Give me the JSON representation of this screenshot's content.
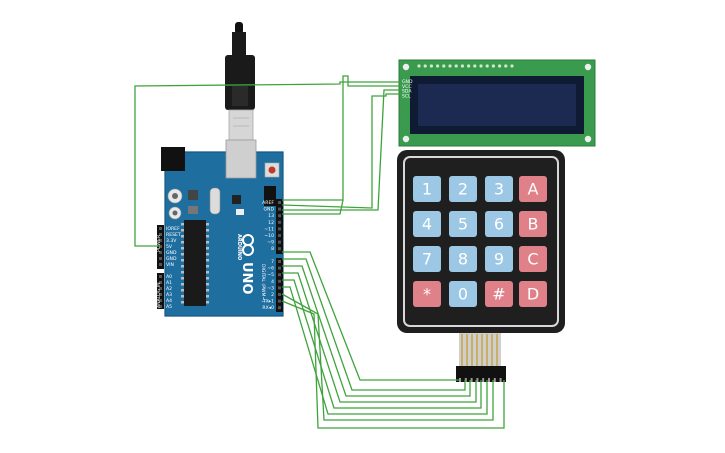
{
  "colors": {
    "board": "#1f6ea0",
    "board_edge": "#17577f",
    "lcd_pcb": "#3a9b4e",
    "lcd_screen": "#1c2a52",
    "keypad_body": "#1f1f1f",
    "key_blue": "#9cc8e6",
    "key_red": "#e08088",
    "wire": "#3fa33c"
  },
  "arduino": {
    "logo": "ARDUINO",
    "model": "UNO",
    "power_pins": [
      "IOREF",
      "RESET",
      "3.3V",
      "5V",
      "GND",
      "GND",
      "VIN"
    ],
    "analog_pins": [
      "A0",
      "A1",
      "A2",
      "A3",
      "A4",
      "A5"
    ],
    "top_pins": [
      "AREF",
      "GND",
      "13",
      "12",
      "~11",
      "~10",
      "~9",
      "8"
    ],
    "bottom_pins": [
      "7",
      "~6",
      "~5",
      "4",
      "~3",
      "2",
      "TX▸1",
      "RX◂0"
    ],
    "digital_label": "DIGITAL (PWM~)",
    "power_label": "POWER",
    "analog_label": "ANALOG IN"
  },
  "lcd": {
    "pin_labels": [
      "GND",
      "VCC",
      "SDA",
      "SCL"
    ]
  },
  "keypad": {
    "keys": [
      {
        "label": "1",
        "kind": "blue"
      },
      {
        "label": "2",
        "kind": "blue"
      },
      {
        "label": "3",
        "kind": "blue"
      },
      {
        "label": "A",
        "kind": "red"
      },
      {
        "label": "4",
        "kind": "blue"
      },
      {
        "label": "5",
        "kind": "blue"
      },
      {
        "label": "6",
        "kind": "blue"
      },
      {
        "label": "B",
        "kind": "red"
      },
      {
        "label": "7",
        "kind": "blue"
      },
      {
        "label": "8",
        "kind": "blue"
      },
      {
        "label": "9",
        "kind": "blue"
      },
      {
        "label": "C",
        "kind": "red"
      },
      {
        "label": "*",
        "kind": "red"
      },
      {
        "label": "0",
        "kind": "blue"
      },
      {
        "label": "#",
        "kind": "red"
      },
      {
        "label": "D",
        "kind": "red"
      }
    ]
  }
}
